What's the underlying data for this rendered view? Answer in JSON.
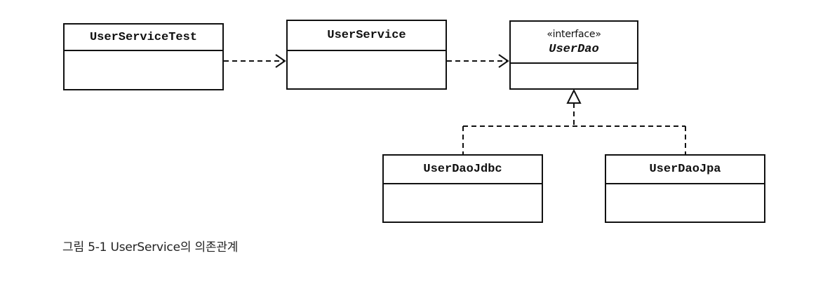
{
  "diagram": {
    "classes": {
      "user_service_test": {
        "name": "UserServiceTest"
      },
      "user_service": {
        "name": "UserService"
      },
      "user_dao": {
        "stereotype": "«interface»",
        "name": "UserDao"
      },
      "user_dao_jdbc": {
        "name": "UserDaoJdbc"
      },
      "user_dao_jpa": {
        "name": "UserDaoJpa"
      }
    }
  },
  "caption": "그림 5-1 UserService의 의존관계"
}
